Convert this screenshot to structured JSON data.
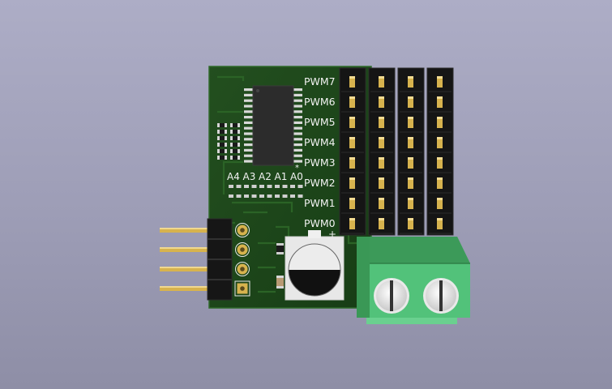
{
  "board": {
    "pwm_labels": [
      "PWM7",
      "PWM6",
      "PWM5",
      "PWM4",
      "PWM3",
      "PWM2",
      "PWM1",
      "PWM0"
    ],
    "address_labels": [
      "A4",
      "A3",
      "A2",
      "A1",
      "A0"
    ],
    "header_marker": "8",
    "polarity_mark": "+",
    "address_marker": "*"
  },
  "colors": {
    "pcb": "#1d4d1a",
    "terminal_block": "#52c27a",
    "gold": "#d7b34e"
  }
}
